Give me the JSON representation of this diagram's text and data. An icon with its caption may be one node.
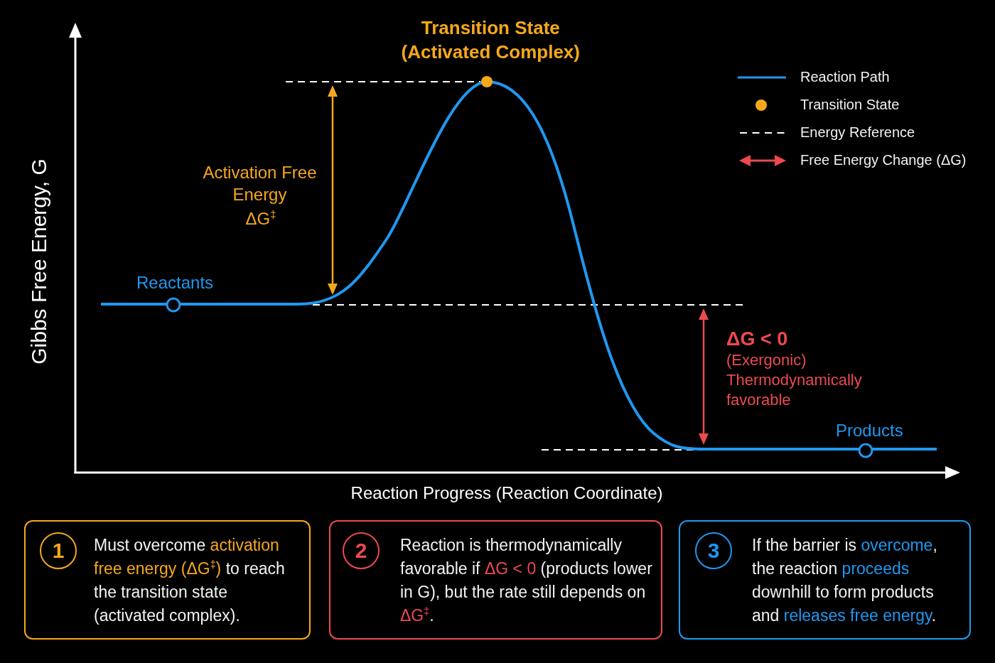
{
  "diagram": {
    "nodes": [
      {
        "text": [
          "Must overcome activation free energy (ΔG$^{‡}$) to reach the transition state (activated complex)."
        ]
      },
      {
        "text": [
          "1"
        ],
        "in": 0
      },
      {
        "text": [
          "Reaction is thermodynamically favorable if ΔG < 0 (products lower in G), but the rate still depends on ΔG$^{‡}$."
        ]
      },
      {
        "text": [
          "2"
        ],
        "in": 2
      },
      {
        "text": [
          "If the barrier is overcome, the reaction proceeds downhill to form products and releases free energy."
        ]
      },
      {
        "text": [
          "3"
        ],
        "in": 4
      }
    ],
    "labels": [
      "Transition State (Activated Complex)",
      "Activation Free Energy",
      "ΔG$^{‡}$",
      "Gibbs Free Energy, G",
      "Reactants",
      "ΔG < 0",
      "(Exergonic) Thermodynamically favorable",
      "Products",
      "Reaction Progress (Reaction Coordinate)"
    ],
    "legend": [
      {
        "text": "Reaction Path"
      },
      {
        "text": "Transition State"
      },
      {
        "text": "Energy Reference"
      },
      {
        "text": "Free Energy Change (ΔG)"
      }
    ]
  }
}
